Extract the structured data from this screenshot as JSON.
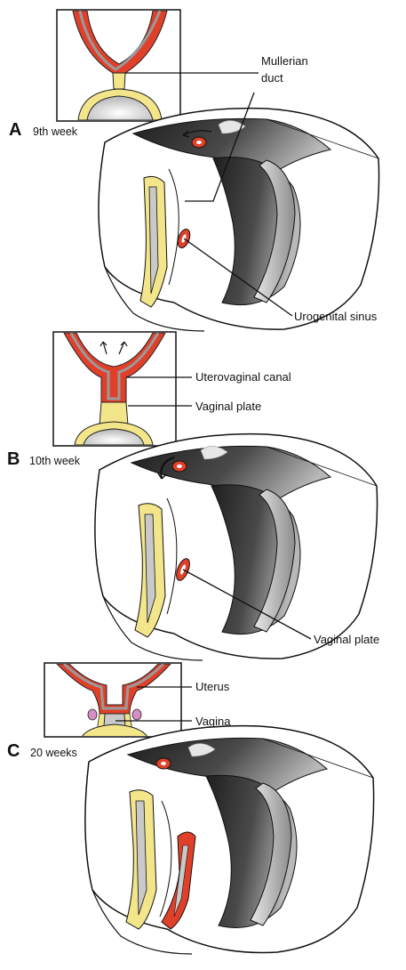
{
  "panels": [
    {
      "letter": "A",
      "time": "9th week",
      "labels": {
        "mullerian_1": "Mullerian",
        "mullerian_2": "duct",
        "urogenital": "Urogenital sinus"
      }
    },
    {
      "letter": "B",
      "time": "10th week",
      "labels": {
        "uterovaginal": "Uterovaginal canal",
        "vaginal_plate_inset": "Vaginal plate",
        "vaginal_plate": "Vaginal plate"
      }
    },
    {
      "letter": "C",
      "time": "20 weeks",
      "labels": {
        "uterus": "Uterus",
        "vagina": "Vagina"
      }
    }
  ],
  "colors": {
    "duct_red": "#e0402a",
    "plate_yellow": "#f3e58a",
    "tissue_gray": "#9a9a9a",
    "dark_cavity": "#2a2a2a",
    "vagina_pink": "#d68fc4"
  }
}
